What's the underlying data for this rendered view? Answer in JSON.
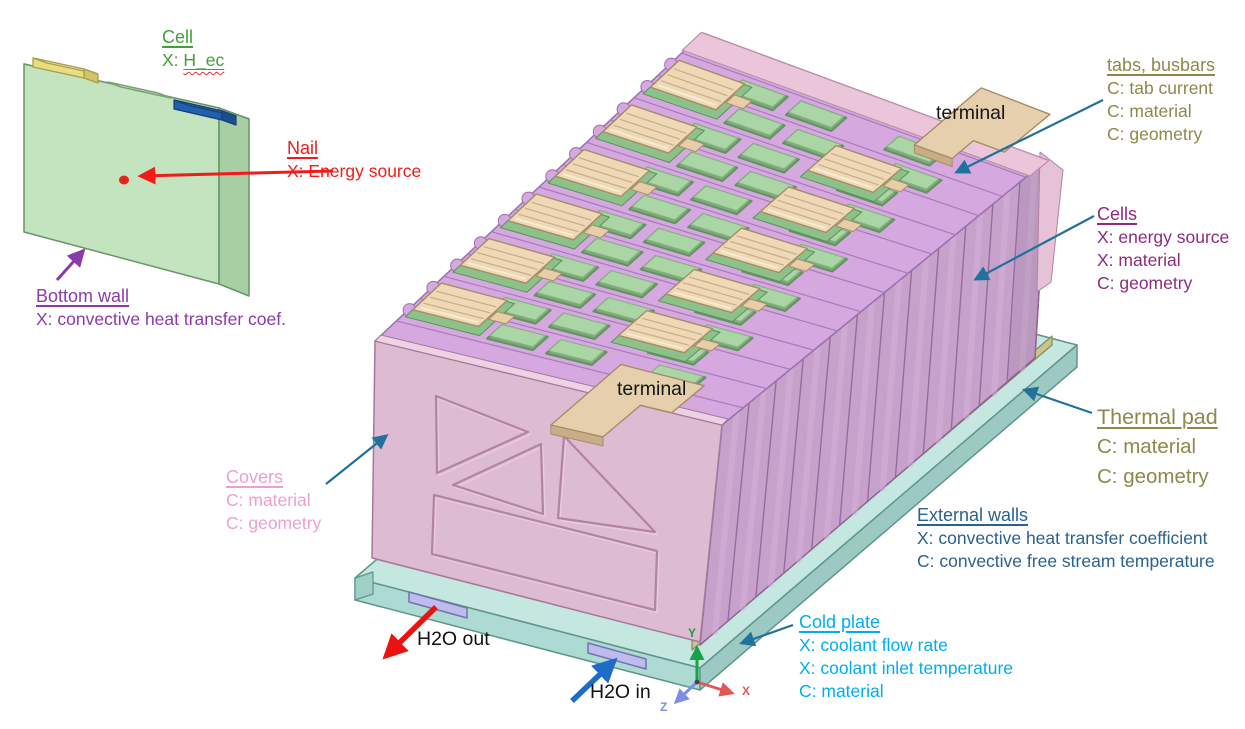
{
  "single_cell": {
    "cell_label": {
      "title": "Cell",
      "prefix": "X: ",
      "value": "H_ec",
      "color": "#42A039"
    },
    "nail_label": {
      "title": "Nail",
      "line": "X: Energy source",
      "color": "#F21A1A"
    },
    "bottom_wall_label": {
      "title": "Bottom wall",
      "line": "X: convective heat transfer coef.",
      "color": "#8B3AAE"
    }
  },
  "module": {
    "tabs_busbars_label": {
      "title": "tabs, busbars",
      "lines": [
        "C: tab current",
        "C: material",
        "C: geometry"
      ],
      "color": "#8E894A"
    },
    "cells_label": {
      "title": "Cells",
      "lines": [
        "X: energy source",
        "X: material",
        "C: geometry"
      ],
      "color": "#8E2B80"
    },
    "thermal_pad_label": {
      "title": "Thermal pad",
      "lines": [
        "C: material",
        "C: geometry"
      ],
      "color": "#8E894A"
    },
    "external_walls_label": {
      "title": "External walls",
      "lines": [
        "X: convective heat transfer coefficient",
        "C: convective free stream temperature"
      ],
      "color": "#2B608F"
    },
    "cold_plate_label": {
      "title": "Cold plate",
      "lines": [
        "X: coolant flow rate",
        "X: coolant inlet temperature",
        "C: material"
      ],
      "color": "#00AEEF"
    },
    "covers_label": {
      "title": "Covers",
      "lines": [
        "C: material",
        "C: geometry"
      ],
      "color": "#ECA0D2"
    },
    "terminal_top": "terminal",
    "terminal_front": "terminal",
    "h2o_out": "H2O out",
    "h2o_in": "H2O in",
    "axes": {
      "x": "X",
      "y": "Y",
      "z": "Z"
    }
  },
  "colors": {
    "annotation_arrow": "#20719C",
    "cover_pink": "#DDBBD2",
    "top_lavender": "#D5A9E0",
    "cell_green": "#C3E4BE",
    "busbar_tan": "#EED8B6",
    "cold_plate_teal": "#C4E7DF",
    "thermal_pad_olive": "#C9C591",
    "port_lavender": "#BDBCEC",
    "axis_x": "#E25858",
    "axis_y": "#17A24B",
    "axis_z": "#7D8DE8"
  }
}
